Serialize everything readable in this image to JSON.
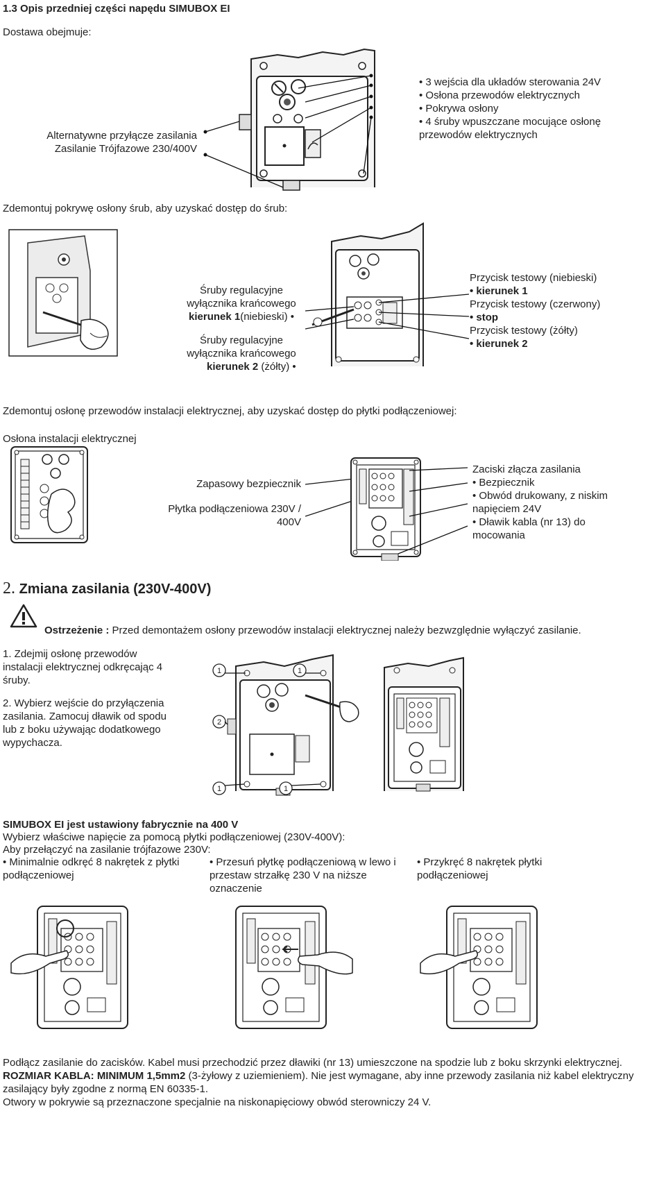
{
  "section_1_3": {
    "heading": "1.3 Opis przedniej części napędu SIMUBOX EI",
    "delivery_intro": "Dostawa obejmuje:",
    "left_label_1": "Alternatywne przyłącze zasilania",
    "left_label_2": "Zasilanie Trójfazowe 230/400V",
    "right_items": [
      "3 wejścia dla układów sterowania 24V",
      "Osłona przewodów elektrycznych",
      "Pokrywa osłony",
      "4 śruby wpuszczane mocujące osłonę przewodów elektrycznych"
    ]
  },
  "cover_step": {
    "instruction": "Zdemontuj pokrywę osłony śrub, aby uzyskać dostęp do śrub:",
    "screw1_line1": "Śruby regulacyjne",
    "screw1_line2": "wyłącznika krańcowego",
    "screw1_bold": "kierunek 1",
    "screw1_suffix": "(niebieski)",
    "screw2_line1": "Śruby regulacyjne",
    "screw2_line2": "wyłącznika krańcowego",
    "screw2_bold": "kierunek 2",
    "screw2_suffix": " (żółty)",
    "btn1_label": "Przycisk testowy (niebieski)",
    "btn1_value": "kierunek 1",
    "btn2_label": "Przycisk testowy (czerwony)",
    "btn2_value": "stop",
    "btn3_label": "Przycisk testowy (żółty)",
    "btn3_value": "kierunek 2"
  },
  "wiring_step": {
    "instruction": "Zdemontuj osłonę przewodów instalacji elektrycznej, aby uzyskać dostęp do płytki podłączeniowej:",
    "cover_label": "Osłona instalacji elektrycznej",
    "spare_fuse": "Zapasowy bezpiecznik",
    "board_label": "Płytka podłączeniowa 230V / 400V",
    "right_title": "Zaciski złącza zasilania",
    "right_items": [
      "Bezpiecznik",
      "Obwód drukowany, z niskim napięciem 24V",
      "Dławik kabla (nr 13) do mocowania"
    ]
  },
  "section_2": {
    "number": "2.",
    "title": "Zmiana zasilania (230V-400V)",
    "warning_bold": "Ostrzeżenie :",
    "warning_text": " Przed demontażem osłony przewodów instalacji elektrycznej należy bezwzględnie wyłączyć zasilanie.",
    "step1": "1. Zdejmij osłonę przewodów instalacji elektrycznej odkręcając 4 śruby.",
    "step2": "2. Wybierz wejście do przyłączenia zasilania. Zamocuj dławik od spodu lub z boku używając dodatkowego wypychacza.",
    "callouts": [
      "1",
      "1",
      "2",
      "1",
      "1"
    ]
  },
  "factory": {
    "bold_line": "SIMUBOX EI jest ustawiony fabrycznie na 400 V",
    "line2": "Wybierz właściwe napięcie za pomocą płytki podłączeniowej (230V-400V):",
    "line3": "Aby przełączyć na zasilanie trójfazowe 230V:",
    "col1": "Minimalnie odkręć 8 nakrętek z płytki podłączeniowej",
    "col2": "Przesuń płytkę podłączeniową w lewo i przestaw strzałkę 230 V na niższe oznaczenie",
    "col3": "Przykręć 8 nakrętek płytki podłączeniowej"
  },
  "footer": {
    "p1_a": "Podłącz zasilanie do zacisków. Kabel musi przechodzić przez dławiki (nr 13) umieszczone na spodzie lub z boku skrzynki elektrycznej. ",
    "p1_bold": "ROZMIAR KABLA: MINIMUM 1,5mm2",
    "p1_b": " (3-żyłowy z uziemieniem). Nie jest wymagane, aby inne przewody zasilania niż kabel elektryczny zasilający były zgodne z normą EN 60335-1.",
    "p2": "Otwory w pokrywie są przeznaczone specjalnie na niskonapięciowy obwód sterowniczy 24 V."
  }
}
